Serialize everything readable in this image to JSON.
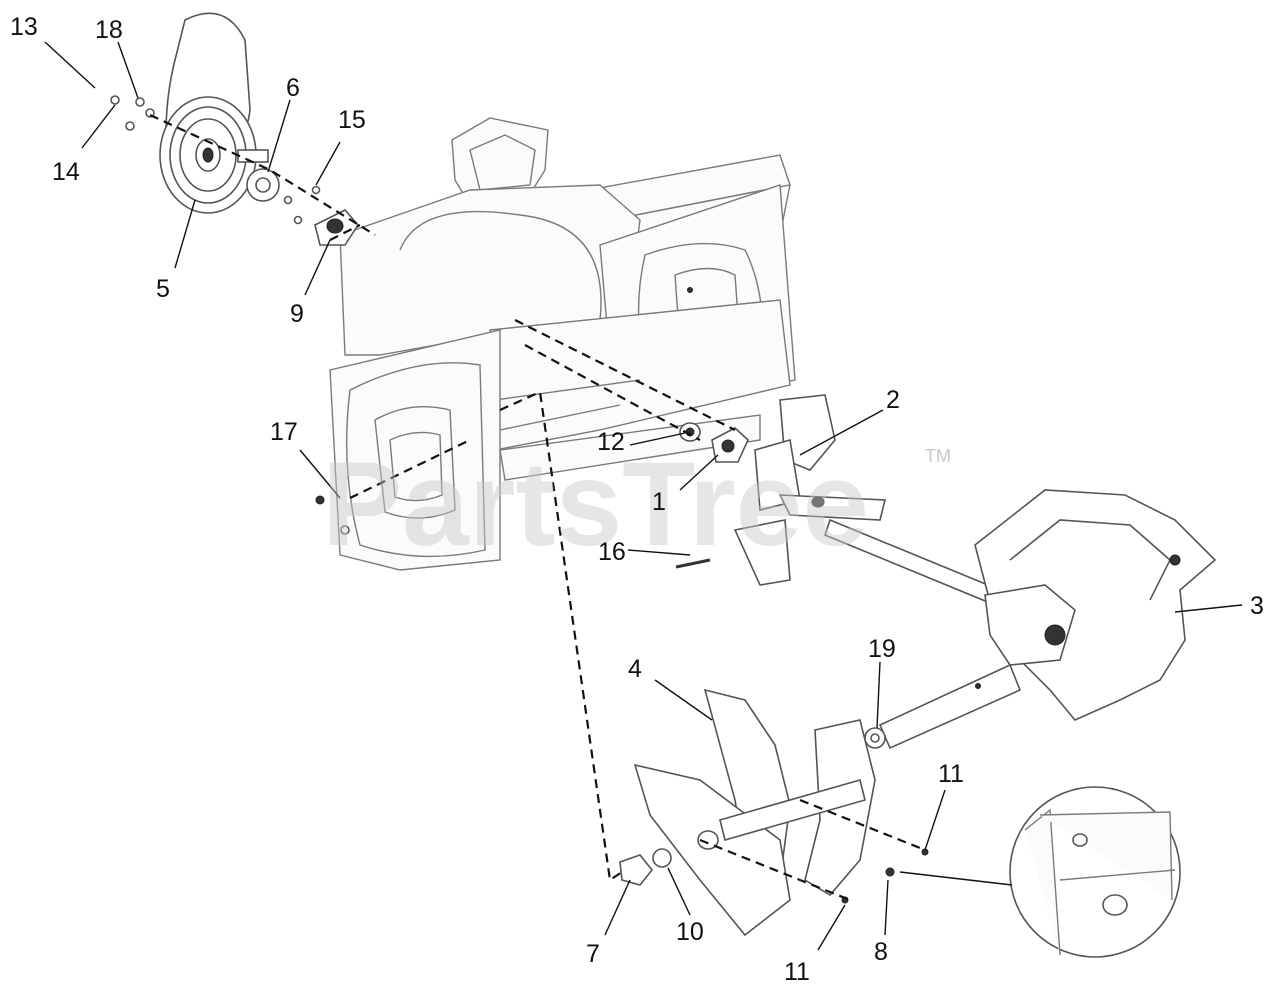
{
  "watermark": {
    "text": "PartsTree",
    "trademark": "TM"
  },
  "callouts": [
    {
      "id": "c13",
      "label": "13"
    },
    {
      "id": "c18",
      "label": "18"
    },
    {
      "id": "c14",
      "label": "14"
    },
    {
      "id": "c6",
      "label": "6"
    },
    {
      "id": "c15",
      "label": "15"
    },
    {
      "id": "c5",
      "label": "5"
    },
    {
      "id": "c9",
      "label": "9"
    },
    {
      "id": "c17",
      "label": "17"
    },
    {
      "id": "c2",
      "label": "2"
    },
    {
      "id": "c12",
      "label": "12"
    },
    {
      "id": "c1",
      "label": "1"
    },
    {
      "id": "c16",
      "label": "16"
    },
    {
      "id": "c3",
      "label": "3"
    },
    {
      "id": "c4",
      "label": "4"
    },
    {
      "id": "c19",
      "label": "19"
    },
    {
      "id": "c11a",
      "label": "11"
    },
    {
      "id": "c7",
      "label": "7"
    },
    {
      "id": "c10",
      "label": "10"
    },
    {
      "id": "c11b",
      "label": "11"
    },
    {
      "id": "c8",
      "label": "8"
    }
  ]
}
